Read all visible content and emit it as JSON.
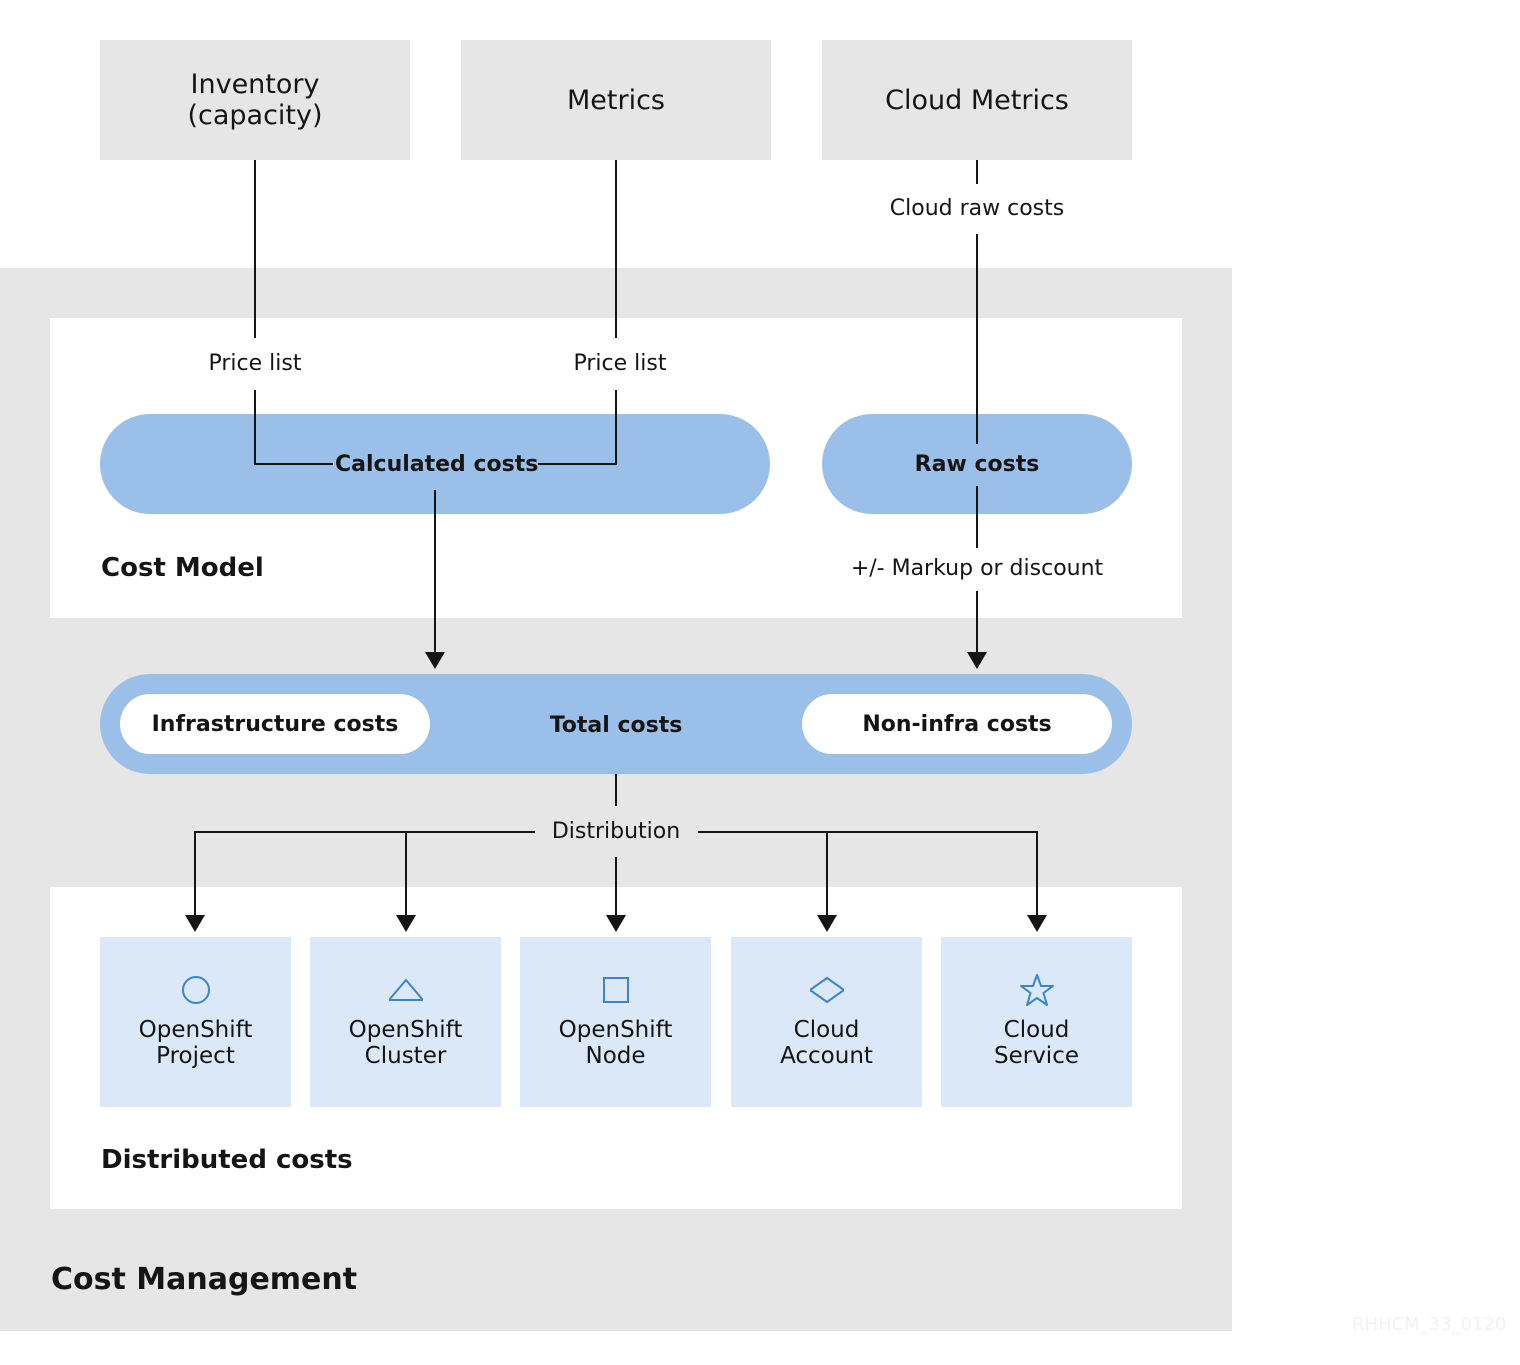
{
  "sources": [
    {
      "label": "Inventory\n(capacity)"
    },
    {
      "label": "Metrics"
    },
    {
      "label": "Cloud Metrics"
    }
  ],
  "edges": {
    "cloud_raw_costs": "Cloud raw costs",
    "price_list_left": "Price list",
    "price_list_right": "Price list",
    "markup": "+/- Markup or discount",
    "distribution": "Distribution"
  },
  "cost_model": {
    "title": "Cost Model",
    "calculated": "Calculated costs",
    "raw": "Raw costs"
  },
  "totals": {
    "infrastructure": "Infrastructure costs",
    "total": "Total costs",
    "non_infra": "Non-infra costs"
  },
  "distributed": {
    "title": "Distributed costs",
    "targets": [
      {
        "label": "OpenShift\nProject",
        "icon": "circle-icon"
      },
      {
        "label": "OpenShift\nCluster",
        "icon": "triangle-icon"
      },
      {
        "label": "OpenShift\nNode",
        "icon": "square-icon"
      },
      {
        "label": "Cloud\nAccount",
        "icon": "diamond-icon"
      },
      {
        "label": "Cloud\nService",
        "icon": "star-icon"
      }
    ]
  },
  "cost_management": {
    "title": "Cost Management"
  },
  "watermark": "RHHCM_33_0120",
  "colors": {
    "grey_box": "#e6e6e6",
    "blue_pill": "#9ac0e9",
    "target_fill": "#dae8f8",
    "icon_stroke": "#3d85c6",
    "line": "#151515"
  }
}
